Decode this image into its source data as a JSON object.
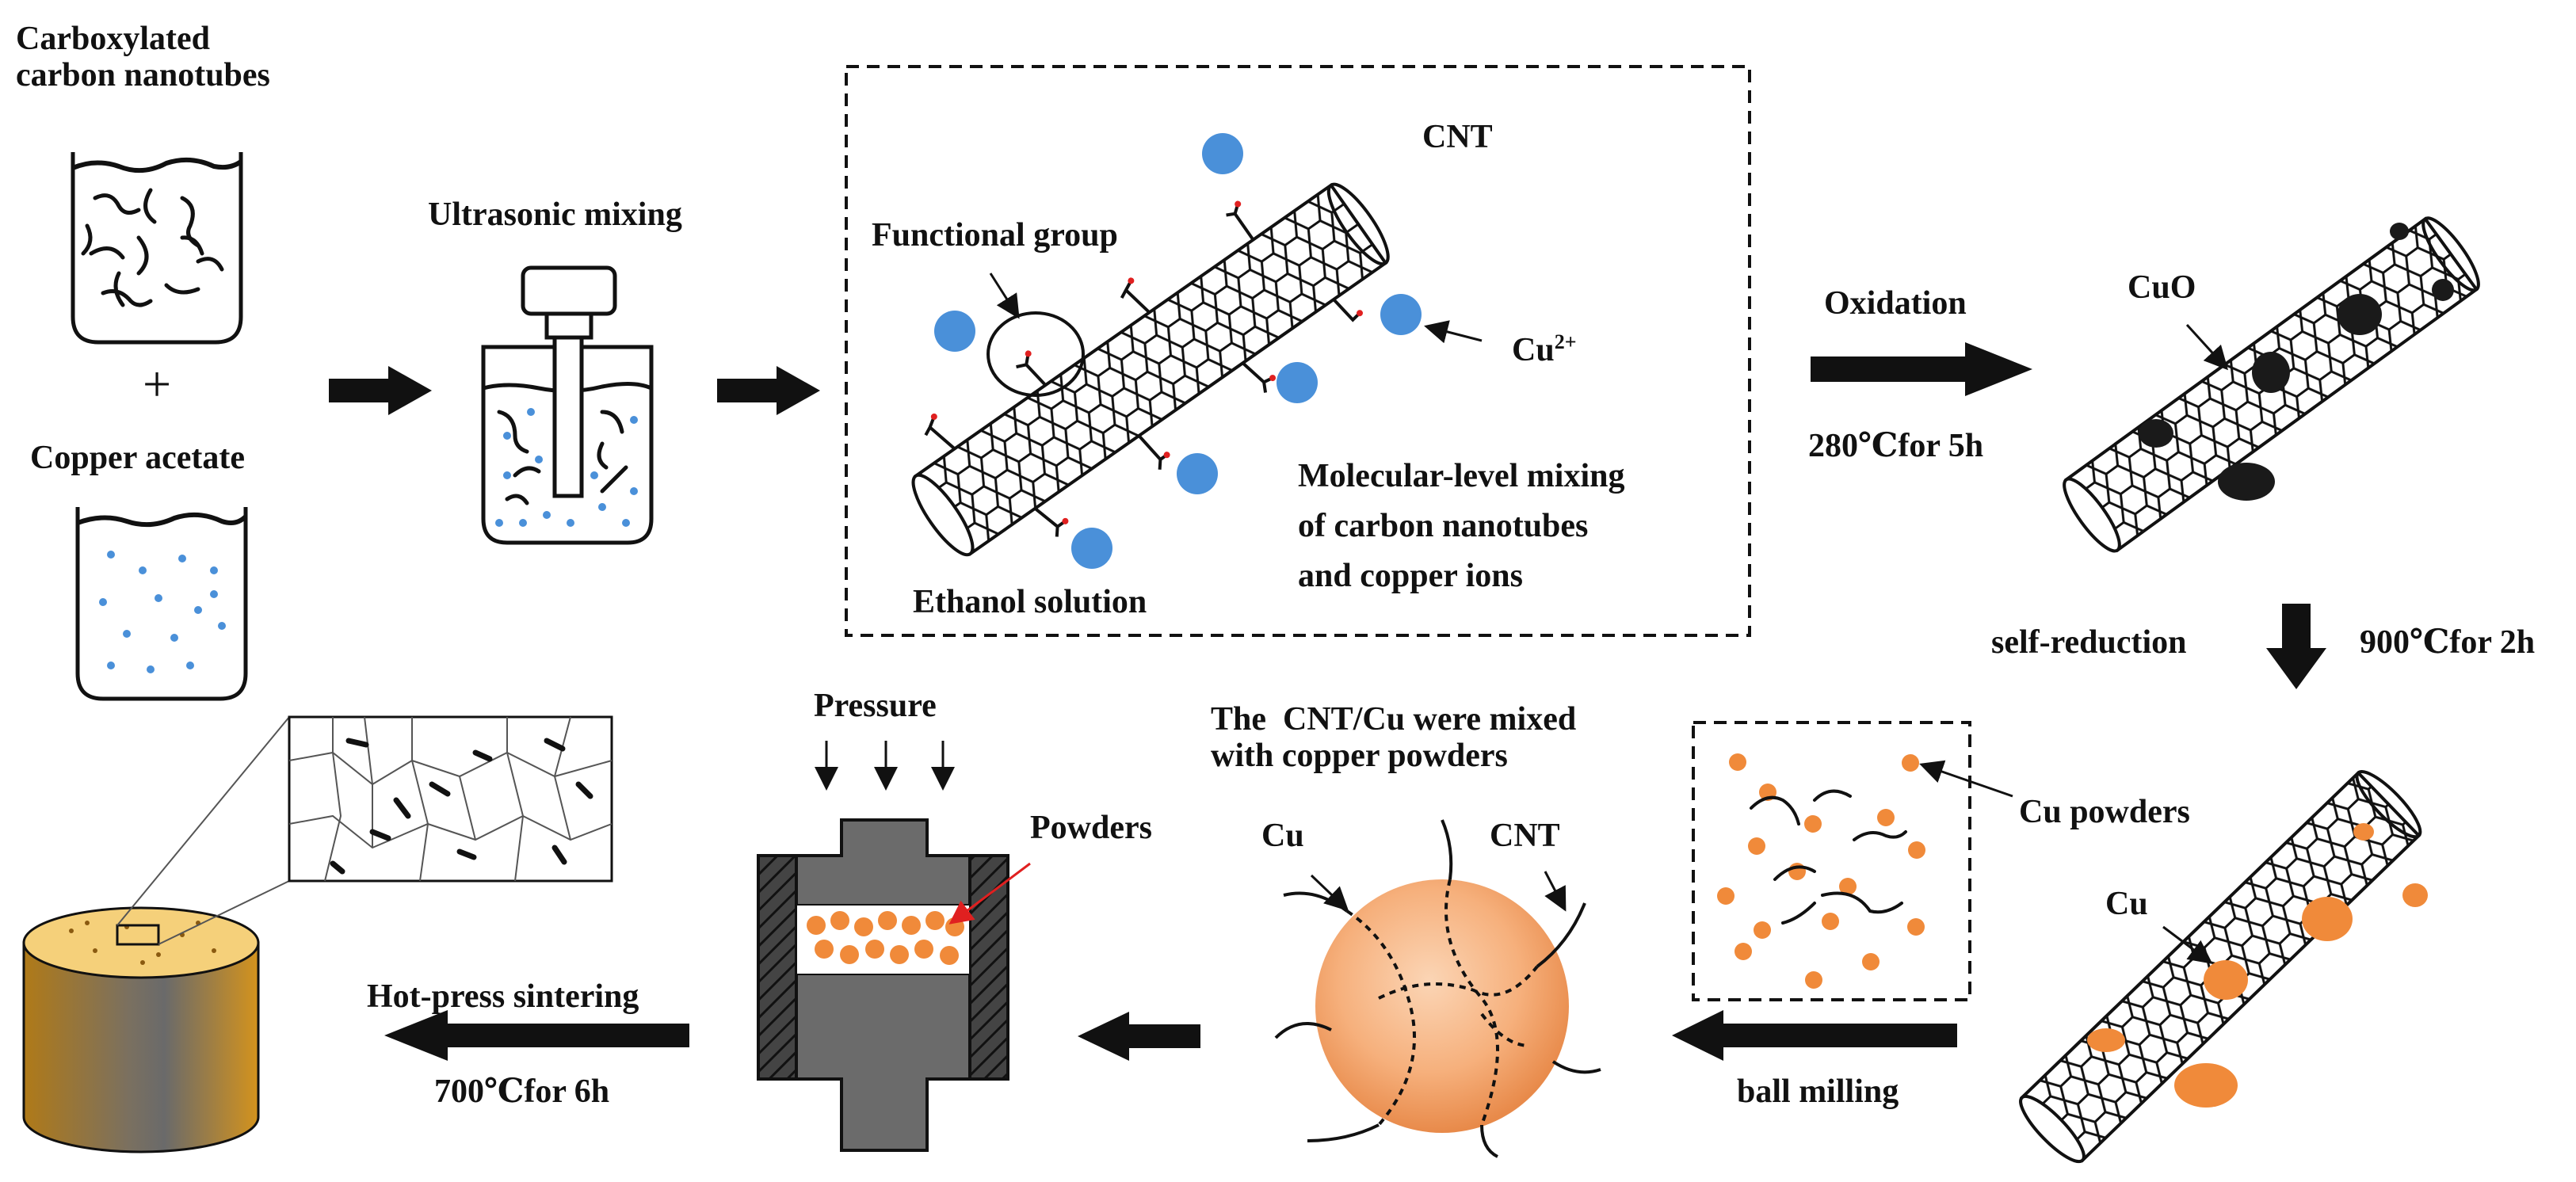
{
  "labels": {
    "carboxylated": "Carboxylated\ncarbon nanotubes",
    "plus": "+",
    "copper_acetate": "Copper acetate",
    "ultrasonic": "Ultrasonic mixing",
    "functional_group": "Functional group",
    "cnt": "CNT",
    "cu2plus": "Cu",
    "cu2plus_sup": "2+",
    "ethanol": "Ethanol solution",
    "molecular_mixing": "Molecular-level mixing\nof carbon nanotubes\nand copper ions",
    "oxidation": "Oxidation",
    "ox_condition": "280℃for 5h",
    "cuo": "CuO",
    "self_reduction": "self-reduction",
    "red_condition": "900℃for 2h",
    "cu_on_cnt": "Cu",
    "cu_powders": "Cu powders",
    "ball_milling": "ball milling",
    "mixed_note": "The  CNT/Cu were mixed\nwith copper powders",
    "sphere_cu": "Cu",
    "sphere_cnt": "CNT",
    "pressure": "Pressure",
    "powders": "Powders",
    "hot_press": "Hot-press sintering",
    "hp_condition": "700℃for 6h"
  },
  "colors": {
    "copper_ion": "#4a90d9",
    "cu_particle": "#f08a3a",
    "cuo_particle": "#1a1a1a",
    "die": "#6b6b6b",
    "compact_top": "#f5d07a",
    "compact_side": "#c8891a",
    "pointer_red": "#e02020"
  }
}
